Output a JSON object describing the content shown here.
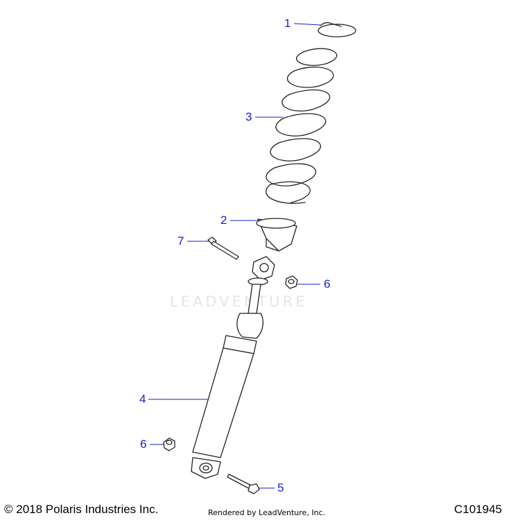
{
  "callouts": [
    {
      "number": "1",
      "part": "spring-retainer"
    },
    {
      "number": "3",
      "part": "coil-spring"
    },
    {
      "number": "2",
      "part": "spring-seat"
    },
    {
      "number": "7",
      "part": "upper-bolt"
    },
    {
      "number": "6",
      "part": "upper-nut"
    },
    {
      "number": "4",
      "part": "shock-absorber"
    },
    {
      "number": "6",
      "part": "lower-nut"
    },
    {
      "number": "5",
      "part": "lower-bolt"
    }
  ],
  "footer": {
    "copyright": "© 2018 Polaris Industries Inc.",
    "rendered_by": "Rendered by LeadVenture, Inc.",
    "diagram_code": "C101945"
  },
  "watermark": "LEADVENTURE",
  "colors": {
    "callout": "#1a1acc",
    "line_art": "#222222",
    "watermark": "#e6e6e6"
  }
}
